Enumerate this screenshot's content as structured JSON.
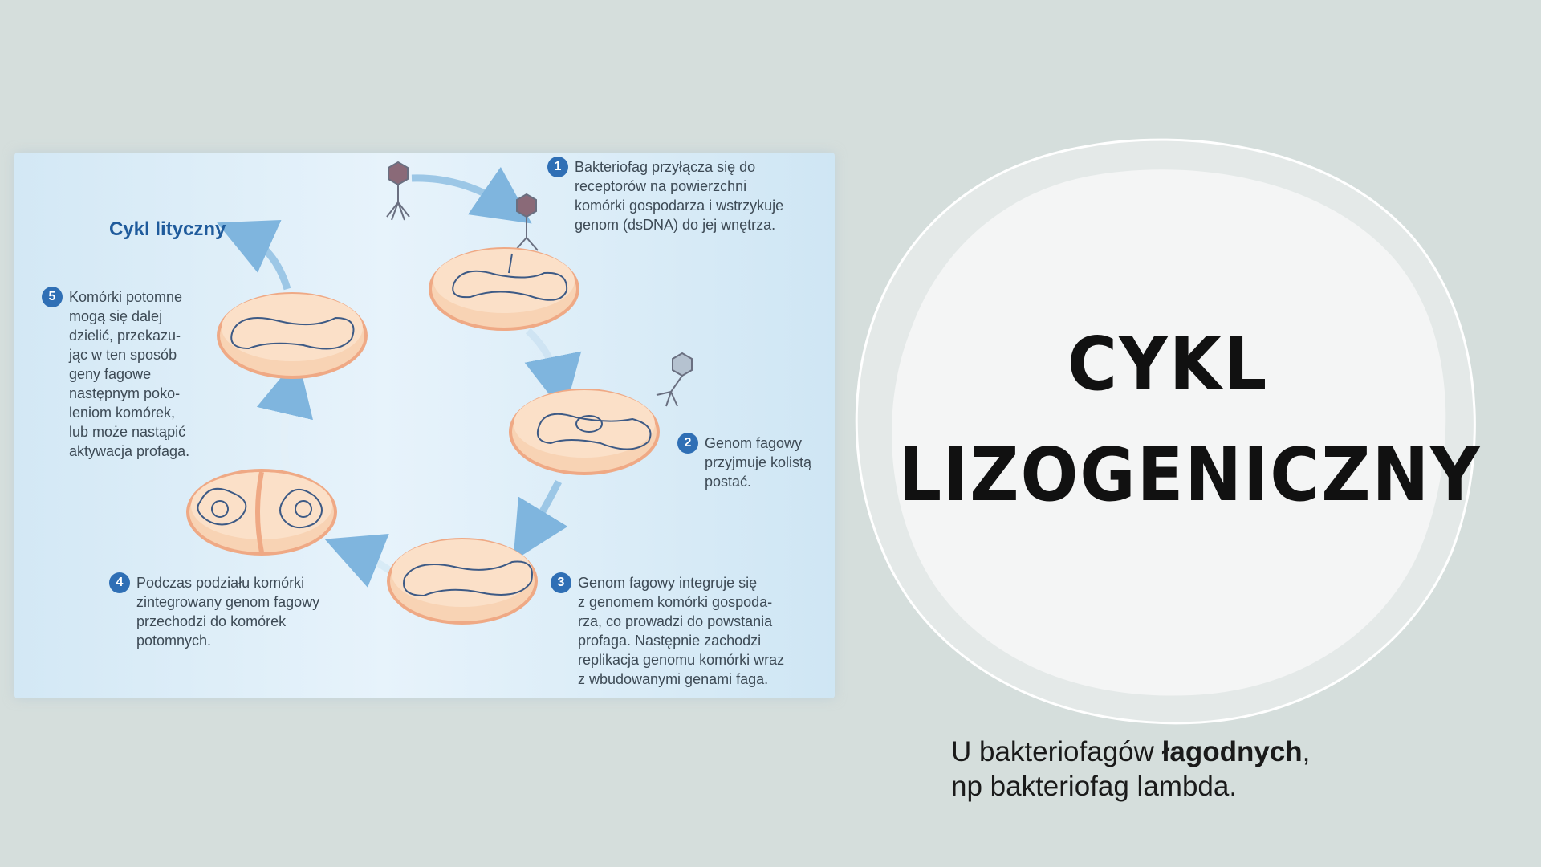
{
  "diagram": {
    "cycle_label": "Cykl lityczny",
    "steps": [
      {
        "number": "1",
        "text": "Bakteriofag przyłącza się do\nreceptorów na powierzchni\nkomórki gospodarza i wstrzykuje\ngenom (dsDNA) do jej wnętrza."
      },
      {
        "number": "2",
        "text": "Genom fagowy\nprzyjmuje kolistą\npostać."
      },
      {
        "number": "3",
        "text": "Genom fagowy integruje się\nz genomem komórki gospoda-\nrza, co prowadzi do powstania\nprofaga. Następnie zachodzi\nreplikacja genomu komórki wraz\nz wbudowanymi genami faga."
      },
      {
        "number": "4",
        "text": "Podczas podziału komórki\nzintegrowany genom fagowy\nprzechodzi do komórek\npotomnych."
      },
      {
        "number": "5",
        "text": "Komórki potomne\nmogą się dalej\ndzielić, przekazu-\njąc w ten sposób\ngeny fagowe\nnastępnym poko-\nleniom komórek,\nlub może nastąpić\naktywacja profaga."
      }
    ]
  },
  "title": {
    "line1": "CYKL",
    "line2": "LIZOGENICZNY"
  },
  "caption": {
    "prefix": "U bakteriofagów ",
    "bold": "łagodnych",
    "suffix": ",",
    "line2": "np bakteriofag lambda."
  },
  "colors": {
    "background": "#d5dedc",
    "cell_fill": "#f8d3b4",
    "cell_border": "#efa985",
    "dna": "#3d5a85",
    "arrow": "#9cc7e6",
    "badge": "#2f6fb5"
  }
}
